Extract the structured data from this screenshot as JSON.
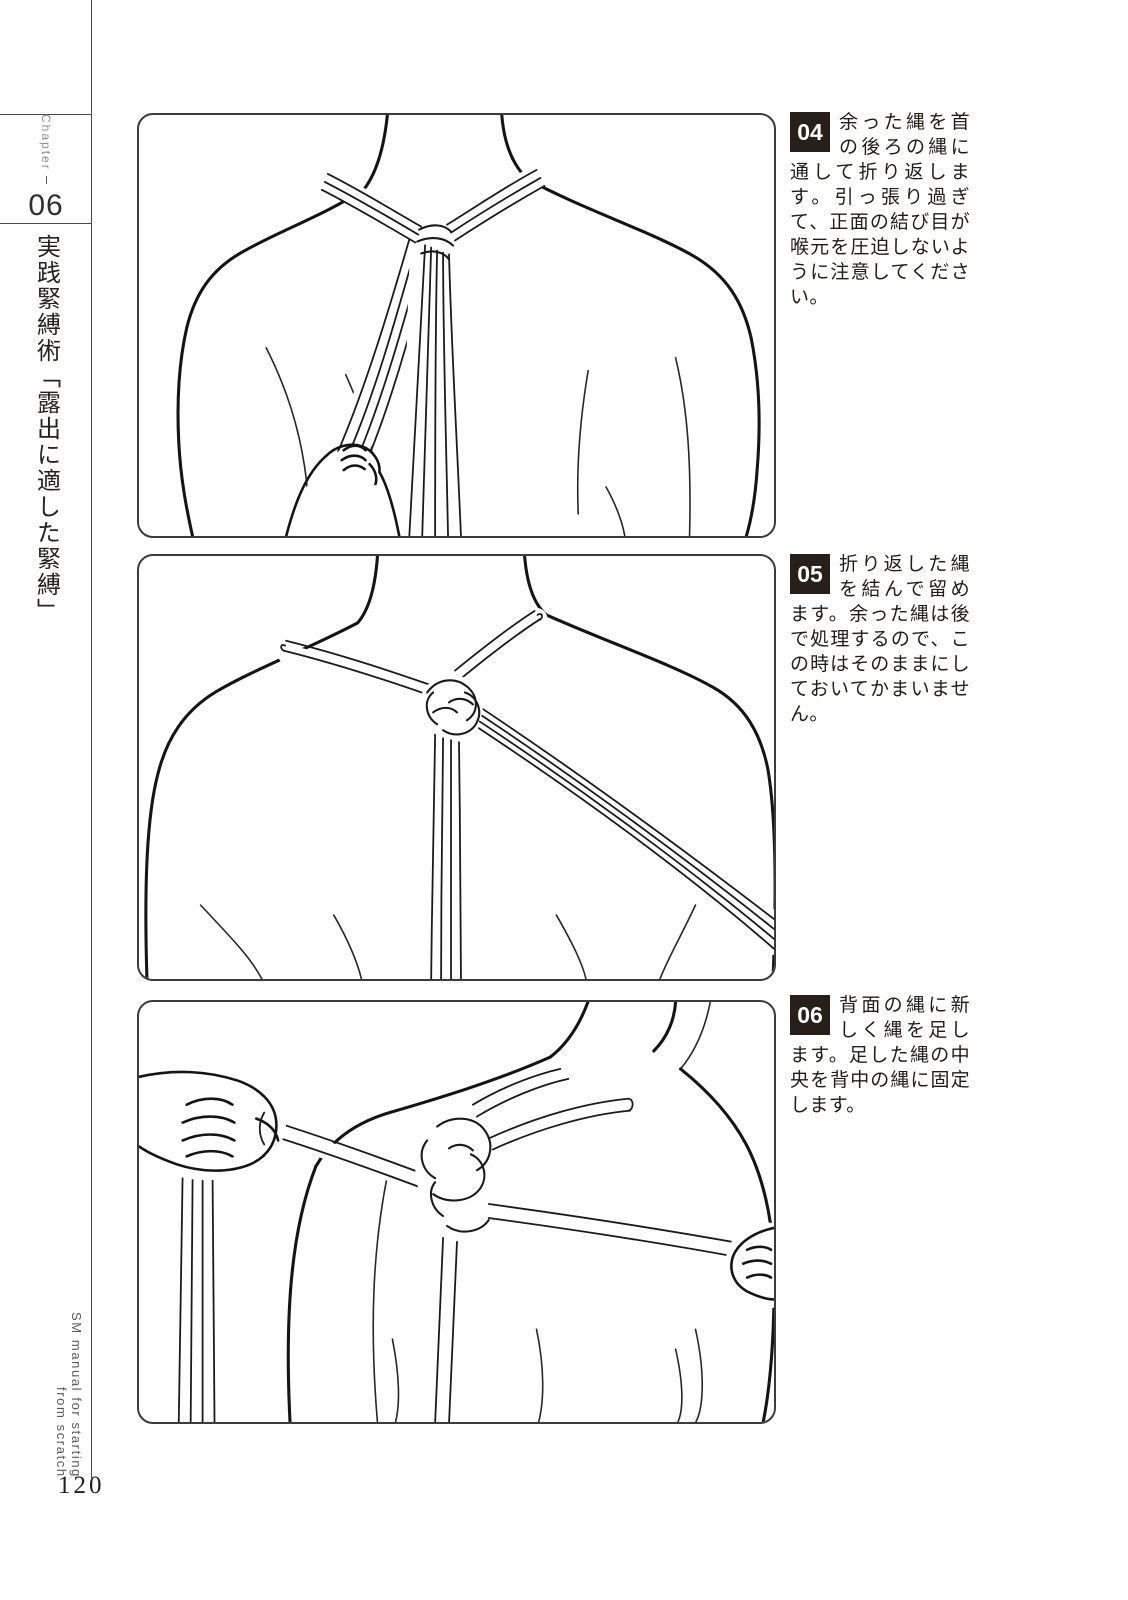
{
  "page": {
    "chapter_label": "Chapter",
    "chapter_number": "06",
    "side_title": "実践緊縛術「露出に適した緊縛」",
    "footer_credit_line1": "SM manual for starting",
    "footer_credit_line2": "from scratch",
    "page_number": "120"
  },
  "steps": [
    {
      "number": "04",
      "text": "余った縄を首の後ろの縄に通して折り返します。引っ張り過ぎて、正面の結び目が喉元を圧迫しないように注意してください。"
    },
    {
      "number": "05",
      "text": "折り返した縄を結んで留めます。余った縄は後で処理するので、この時はそのままにしておいてかまいません。"
    },
    {
      "number": "06",
      "text": "背面の縄に新しく縄を足します。足した縄の中央を背中の縄に固定します。"
    }
  ],
  "panels": [
    {
      "name": "step-04-illustration",
      "alt": "後ろ姿：肩に掛けた縄の束を手で斜め下に引いている線画"
    },
    {
      "name": "step-05-illustration",
      "alt": "後ろ姿：首の後ろの結び目から縄が斜めと縦に伸びる線画"
    },
    {
      "name": "step-06-illustration",
      "alt": "後ろ姿：背中の結び目に新しい縄を水平に通して両手で引く線画"
    }
  ],
  "colors": {
    "badge_bg": "#271f19",
    "line": "#141414",
    "panel_border": "#3c3c3c"
  }
}
